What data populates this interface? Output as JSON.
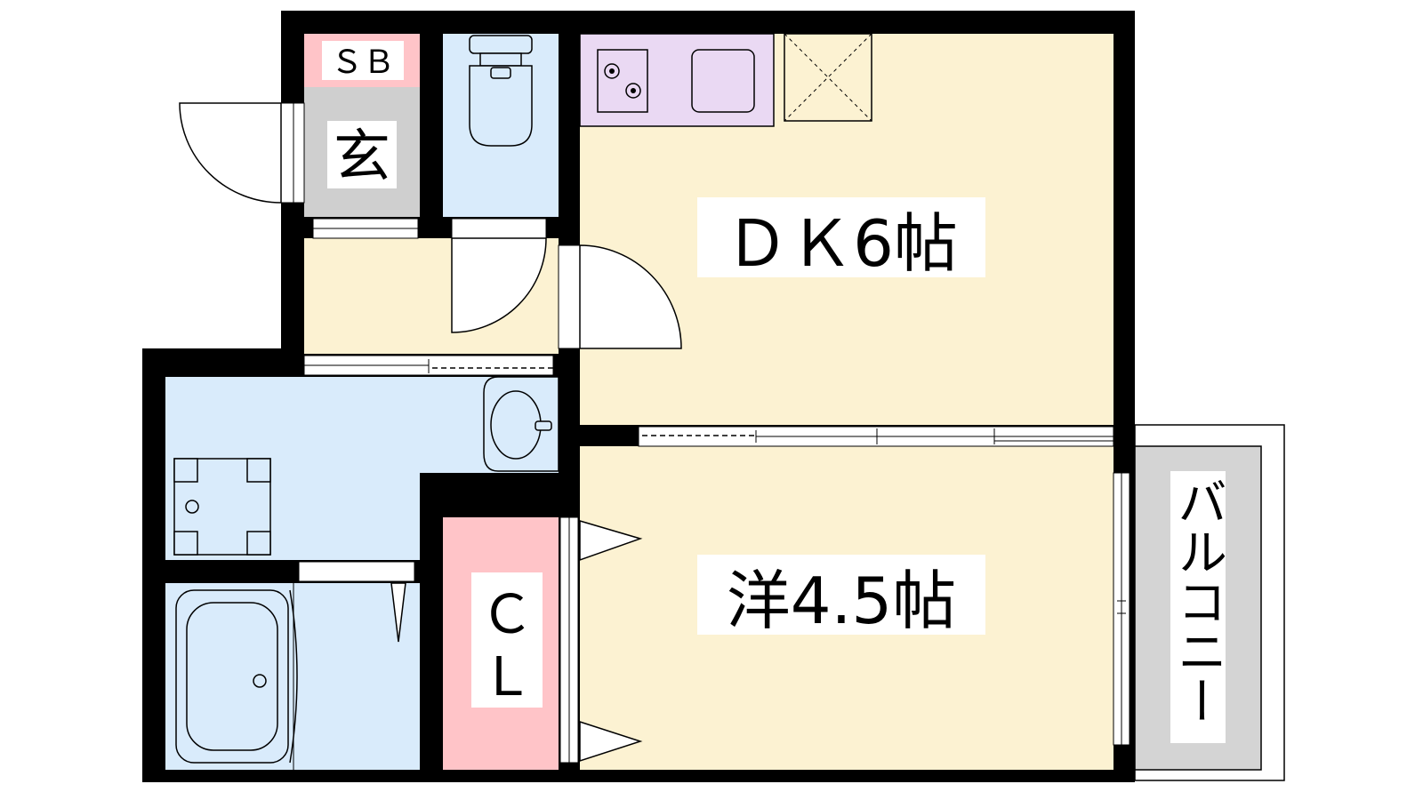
{
  "rooms": {
    "dk": {
      "label": "ＤＫ6帖",
      "color": "#fcf2d2"
    },
    "western": {
      "label": "洋4.5帖",
      "color": "#fcf2d2"
    },
    "entrance": {
      "label": "玄",
      "color": "#cfcfcf"
    },
    "shoebox": {
      "label": "ＳＢ",
      "color": "#ffc4c8"
    },
    "closet": {
      "label_line1": "Ｃ",
      "label_line2": "Ｌ",
      "color": "#ffc4c8"
    },
    "balcony": {
      "label": "バルコニー",
      "color": "#d4d4d4"
    },
    "wet_area_color": "#d9ebfb",
    "kitchen_color": "#ead9f3"
  },
  "colors": {
    "wall": "#000000",
    "line": "#000000",
    "background": "#ffffff"
  }
}
